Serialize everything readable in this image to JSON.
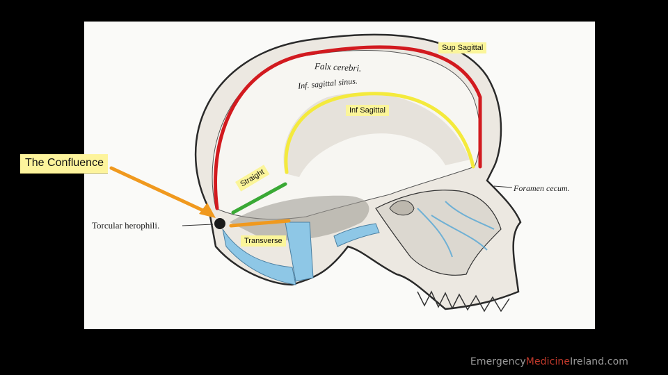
{
  "slide": {
    "labels": {
      "sup_sagittal": "Sup Sagittal",
      "inf_sagittal": "Inf Sagittal",
      "straight": "Straight",
      "transverse": "Transverse",
      "confluence": "The Confluence"
    },
    "annotations": {
      "torcular": "Torcular herophili.",
      "foramen": "Foramen cecum.",
      "falx": "Falx cerebri.",
      "inf_sagittal_sinus": "Inf. sagittal sinus."
    },
    "footer": {
      "part1": "Emergency",
      "part2": "Medicine",
      "part3": "Ireland.com"
    },
    "colors": {
      "sup_sagittal": "#d21a1f",
      "inf_sagittal": "#f4ea3c",
      "straight": "#3aa935",
      "transverse": "#f0991e",
      "confluence_arrow": "#f0991e",
      "veins": "#8ec7e6",
      "label_bg": "#fbf59a"
    }
  }
}
